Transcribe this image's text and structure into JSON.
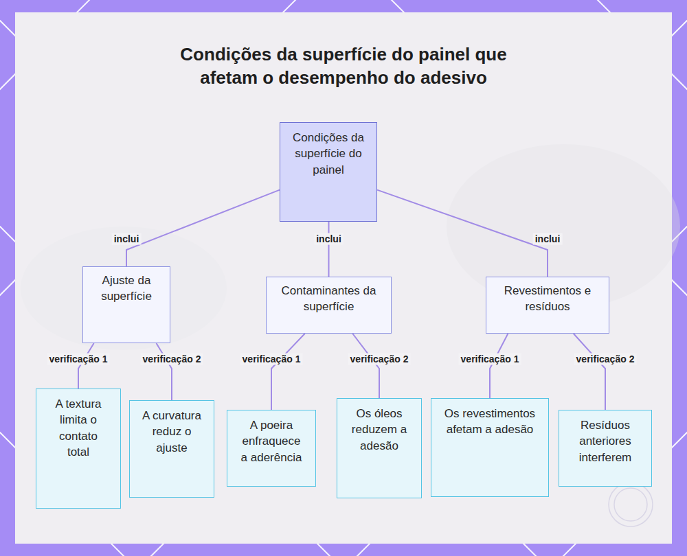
{
  "diagram": {
    "title": "Condições da superfície do painel que afetam o desempenho do adesivo",
    "nodes": [
      {
        "text": [
          "Condições da superfície do painel"
        ]
      },
      {
        "text": [
          "Ajuste da superfície"
        ]
      },
      {
        "text": [
          "Contaminantes da superfície"
        ]
      },
      {
        "text": [
          "Revestimentos e resíduos"
        ]
      },
      {
        "text": [
          "A textura limita o contato total"
        ]
      },
      {
        "text": [
          "A curvatura reduz o ajuste"
        ]
      },
      {
        "text": [
          "A poeira enfraquece a aderência"
        ]
      },
      {
        "text": [
          "Os óleos reduzem a adesão"
        ]
      },
      {
        "text": [
          "Os revestimentos afetam a adesão"
        ]
      },
      {
        "text": [
          "Resíduos anteriores interferem"
        ]
      }
    ],
    "edges": [
      {
        "from": 0,
        "to": 1,
        "label": "inclui",
        "arrow": "none"
      },
      {
        "from": 0,
        "to": 2,
        "label": "inclui",
        "arrow": "none"
      },
      {
        "from": 0,
        "to": 3,
        "label": "inclui",
        "arrow": "none"
      },
      {
        "from": 1,
        "to": 4,
        "label": "verificação 1",
        "arrow": "none"
      },
      {
        "from": 1,
        "to": 5,
        "label": "verificação 2",
        "arrow": "none"
      },
      {
        "from": 2,
        "to": 6,
        "label": "verificação 1",
        "arrow": "none"
      },
      {
        "from": 2,
        "to": 7,
        "label": "verificação 2",
        "arrow": "none"
      },
      {
        "from": 3,
        "to": 8,
        "label": "verificação 1",
        "arrow": "none"
      },
      {
        "from": 3,
        "to": 9,
        "label": "verificação 2",
        "arrow": "none"
      }
    ]
  }
}
